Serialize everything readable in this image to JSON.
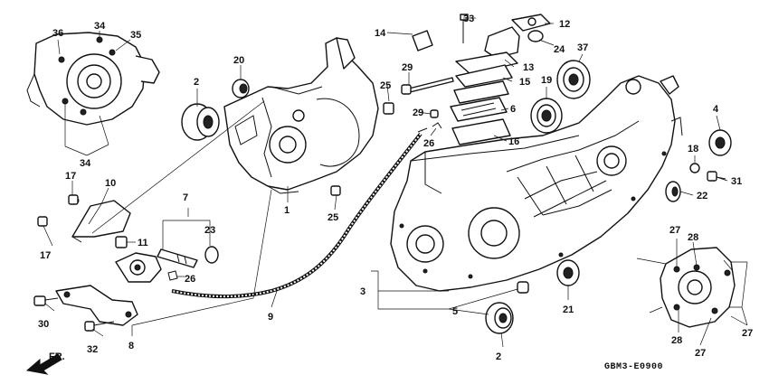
{
  "diagram": {
    "code": "GBM3-E0900",
    "direction_label": "FR.",
    "callouts": [
      "36",
      "34",
      "35",
      "34",
      "20",
      "2",
      "17",
      "10",
      "7",
      "23",
      "17",
      "11",
      "26",
      "30",
      "32",
      "8",
      "9",
      "1",
      "25",
      "14",
      "33",
      "12",
      "24",
      "29",
      "13",
      "37",
      "15",
      "25",
      "19",
      "29",
      "6",
      "26",
      "16",
      "4",
      "18",
      "31",
      "22",
      "3",
      "5",
      "21",
      "2",
      "27",
      "28",
      "28",
      "27",
      "27"
    ]
  }
}
